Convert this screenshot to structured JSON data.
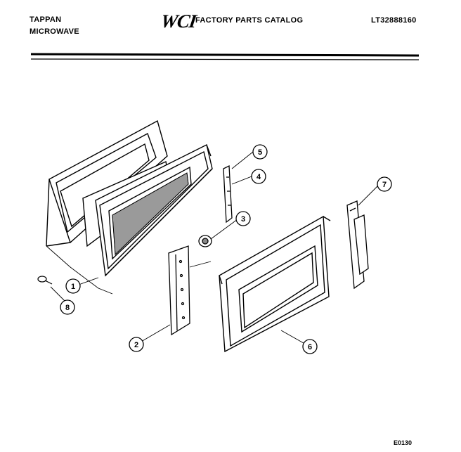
{
  "header": {
    "brand_line1": "TAPPAN",
    "brand_line2": "MICROWAVE",
    "logo_text": "WCI",
    "catalog_title": "FACTORY PARTS CATALOG",
    "model_number": "LT32888160"
  },
  "callouts": [
    {
      "number": "1"
    },
    {
      "number": "2"
    },
    {
      "number": "3"
    },
    {
      "number": "4"
    },
    {
      "number": "5"
    },
    {
      "number": "6"
    },
    {
      "number": "7"
    },
    {
      "number": "8"
    }
  ],
  "footer": {
    "code": "E0130"
  }
}
